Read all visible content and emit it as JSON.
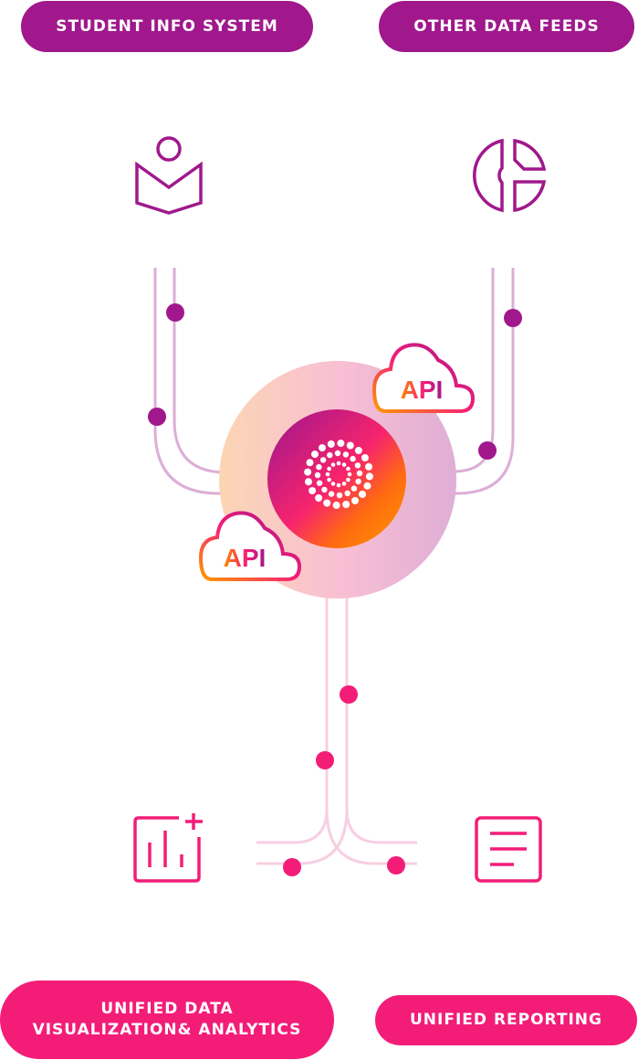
{
  "sources": {
    "student_info_system": "STUDENT INFO SYSTEM",
    "other_data_feeds": "OTHER DATA FEEDS"
  },
  "outputs": {
    "unified_data_line1": "UNIFIED DATA",
    "unified_data_line2": "VISUALIZATION& ANALYTICS",
    "unified_reporting": "UNIFIED REPORTING"
  },
  "api_clouds": {
    "top_right": "API",
    "bottom_left": "API"
  },
  "icons": {
    "student_info_system": "reader-book-icon",
    "other_data_feeds": "pie-chart-icon",
    "analytics": "bar-chart-plus-icon",
    "reporting": "document-lines-icon",
    "hub": "dotted-sunburst-logo-icon",
    "api": "cloud-icon"
  },
  "colors": {
    "top_purple": "#a0188c",
    "bottom_pink": "#f31d78",
    "line_lilac": "#dcaed6",
    "line_pink": "#f7cfe3",
    "orange": "#ff8a00"
  }
}
